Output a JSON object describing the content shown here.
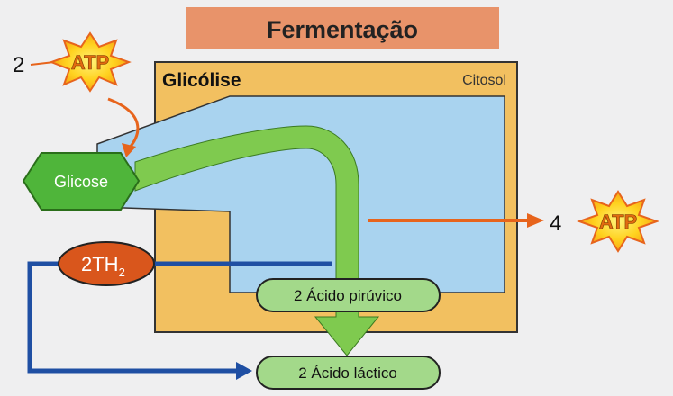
{
  "title": "Fermentação",
  "compartment": {
    "glycolysis_label": "Glicólise",
    "cytosol_label": "Citosol"
  },
  "input": {
    "atp_count": "2",
    "atp_label": "ATP",
    "glucose_label": "Glicose"
  },
  "output": {
    "atp_count": "4",
    "atp_label": "ATP"
  },
  "carrier": {
    "prefix": "2TH",
    "subscript": "2"
  },
  "products": {
    "pyruvic_acid": "2 Ácido pirúvico",
    "lactic_acid": "2 Ácido láctico"
  },
  "colors": {
    "title_bg": "#e8936a",
    "cytosol": "#f2c060",
    "glycolysis_area": "#a9d3ef",
    "pathway_green": "#7fca4f",
    "hexagon_green": "#4fb53a",
    "product_green": "#a3d98a",
    "atp_orange": "#e7641c",
    "carrier_orange": "#d9561c",
    "electron_blue": "#1f4fa3"
  }
}
